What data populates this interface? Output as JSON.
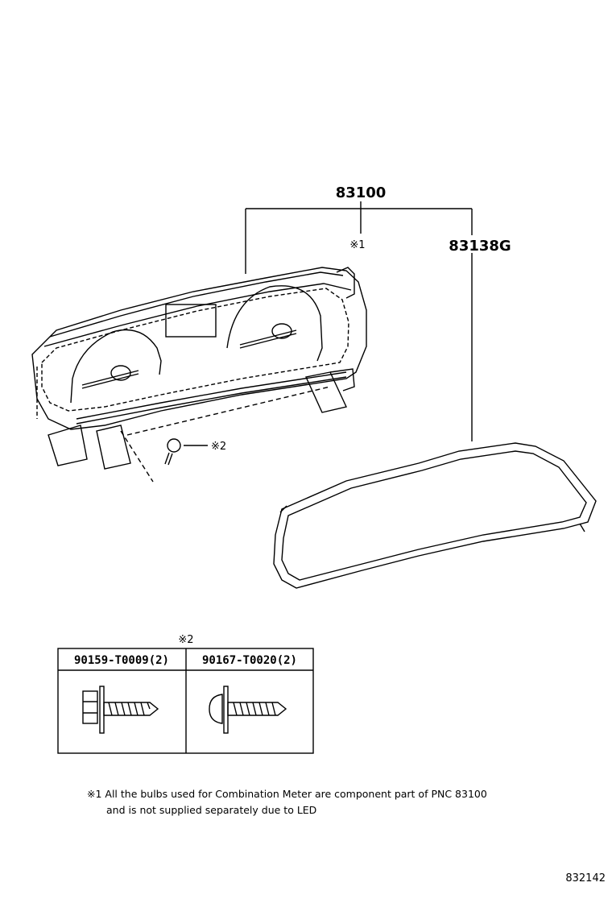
{
  "part_numbers": {
    "assembly": "83100",
    "glass": "83138G",
    "note_ref_1": "※1",
    "note_ref_2": "※2"
  },
  "fastener_table": {
    "ref": "※2",
    "columns": [
      {
        "part": "90159-T0009(2)",
        "icon": "hex-bolt-with-washer-icon"
      },
      {
        "part": "90167-T0020(2)",
        "icon": "pan-head-screw-icon"
      }
    ]
  },
  "note": {
    "line1": "※1 All the bulbs used for Combination Meter are component part of PNC 83100",
    "line2": "and is not supplied separately due to LED"
  },
  "illustration_number": "832142"
}
